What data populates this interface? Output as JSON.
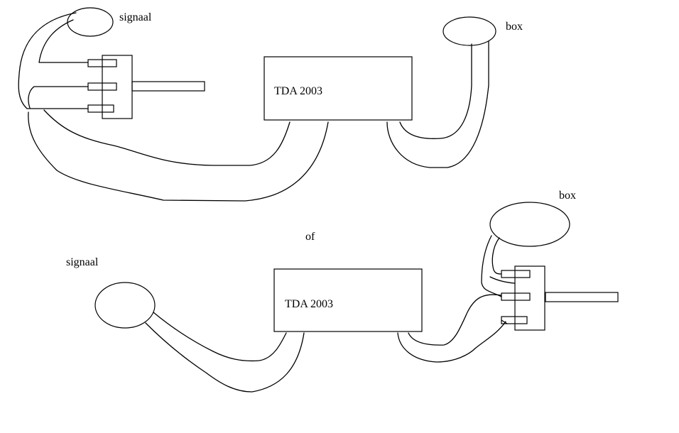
{
  "diagram": {
    "top": {
      "signal_label": "signaal",
      "chip_label": "TDA 2003",
      "box_label": "box"
    },
    "separator_label": "of",
    "bottom": {
      "signal_label": "signaal",
      "chip_label": "TDA 2003",
      "box_label": "box"
    }
  }
}
